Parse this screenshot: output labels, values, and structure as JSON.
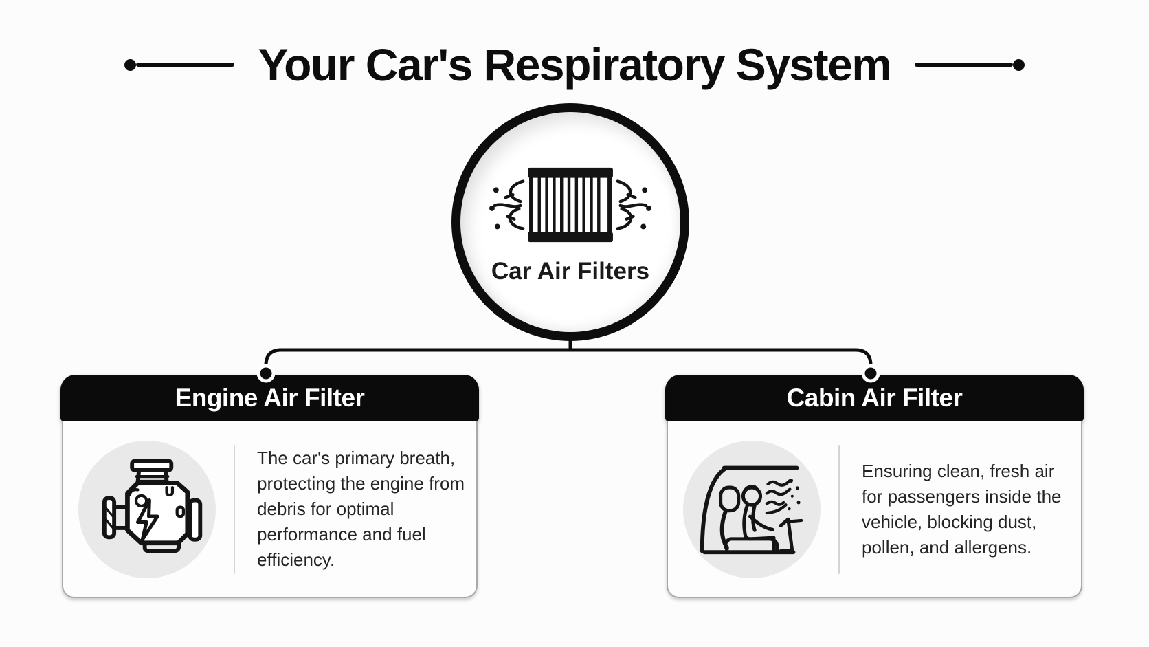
{
  "title": "Your Car's Respiratory System",
  "center": {
    "label": "Car Air Filters",
    "icon": "air-filter-icon"
  },
  "cards": [
    {
      "title": "Engine Air Filter",
      "icon": "engine-icon",
      "description": "The car's primary breath, protecting the engine from debris for optimal performance and fuel efficiency.",
      "lines": [
        "The car's primary breath,",
        "protecting the engine from",
        "debris for optimal",
        "performance and fuel",
        "efficiency."
      ]
    },
    {
      "title": "Cabin Air Filter",
      "icon": "cabin-passenger-icon",
      "description": "Ensuring clean, fresh air for passengers inside the vehicle, blocking dust, pollen, and allergens.",
      "lines": [
        "Ensuring clean, fresh air",
        "for passengers inside the",
        "vehicle, blocking dust,",
        "pollen, and allergens."
      ]
    }
  ],
  "colors": {
    "ink": "#0d0d0d",
    "card_header": "#0b0b0b",
    "icon_circle": "#e9e9e9",
    "divider": "#d4d4d4",
    "background": "#fcfcfc"
  }
}
